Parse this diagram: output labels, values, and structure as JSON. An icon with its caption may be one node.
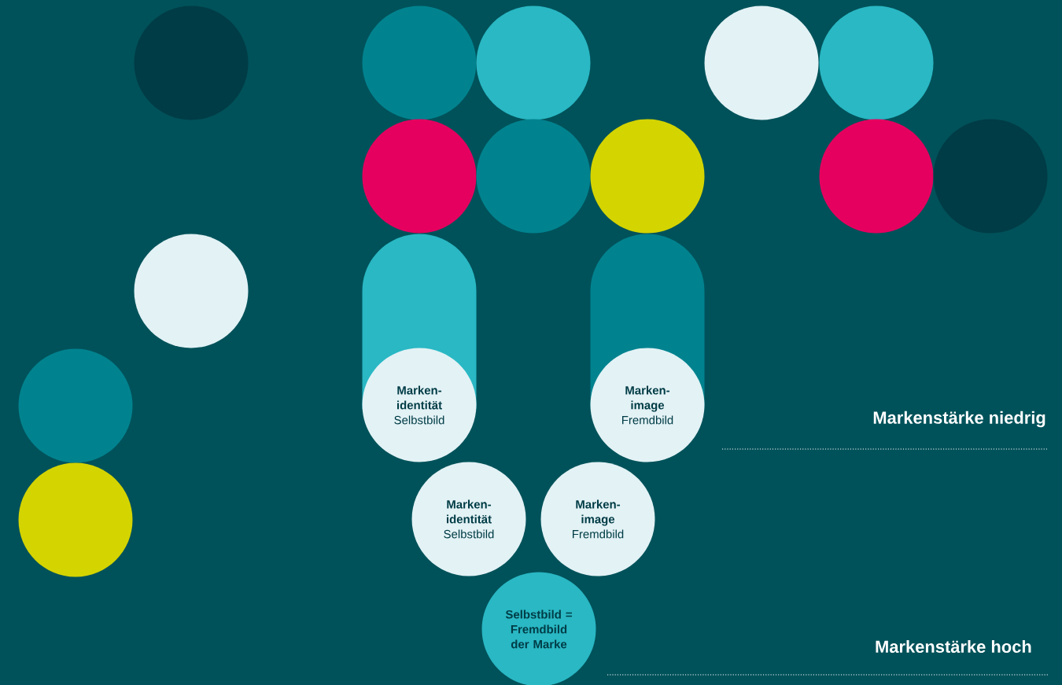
{
  "diagram": {
    "nodes": [
      {
        "text": [],
        "shape": "circle"
      },
      {
        "text": [],
        "shape": "circle"
      },
      {
        "text": [],
        "shape": "circle"
      },
      {
        "text": [],
        "shape": "circle"
      },
      {
        "text": [],
        "shape": "circle"
      },
      {
        "text": [],
        "shape": "circle"
      },
      {
        "text": [],
        "shape": "circle"
      },
      {
        "text": [],
        "shape": "circle"
      },
      {
        "text": [],
        "shape": "circle"
      },
      {
        "text": [],
        "shape": "circle"
      },
      {
        "text": [],
        "shape": "bar"
      },
      {
        "text": [],
        "shape": "bar"
      },
      {
        "text": [],
        "shape": "circle"
      },
      {
        "text": [],
        "shape": "circle"
      },
      {
        "text": [
          "Marken- identität",
          "Selbstbild"
        ]
      },
      {
        "text": [
          "Marken- image",
          "Fremdbild"
        ]
      },
      {
        "text": [],
        "shape": "circle"
      },
      {
        "text": [
          "Marken- identität",
          "Selbstbild"
        ]
      },
      {
        "text": [
          "Marken- image",
          "Fremdbild"
        ]
      },
      {
        "text": [
          "Selbstbild = Fremdbild der Marke"
        ]
      }
    ],
    "labels": [
      "Markenstärke niedrig",
      "Markenstärke hoch"
    ]
  }
}
